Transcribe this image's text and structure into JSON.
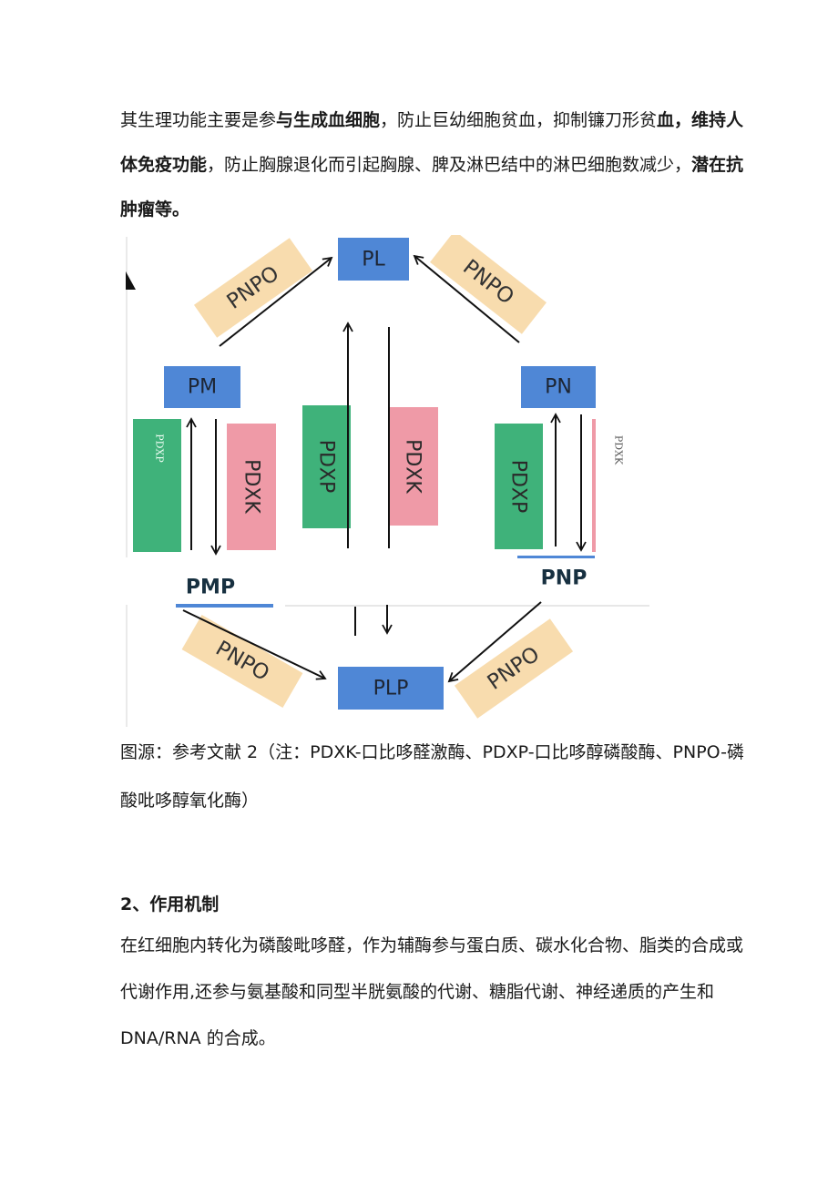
{
  "intro": {
    "s1": "其生理功能主要是参",
    "s2": "与生成血细胞",
    "s3": "，防止巨幼细胞贫血，抑制镰刀形贫",
    "s4": "血，维持人体免疫功能",
    "s5": "，防止胸腺退化而引起胸腺、脾及淋巴结中的淋巴细胞数减少，",
    "s6": "潜在抗肿瘤等。"
  },
  "diagram": {
    "pl": "PL",
    "pm": "PM",
    "pn": "PN",
    "plp": "PLP",
    "pmp": "PMP",
    "pnp": "PNP",
    "pnpo_top_left": "PNPO",
    "pnpo_top_right": "PNPO",
    "pnpo_bottom_left": "PNPO",
    "pnpo_bottom_right": "PNPO",
    "pdxp_left": "PDXP",
    "pdxk_left": "PDXK",
    "pdxp_center": "PDXP",
    "pdxk_center": "PDXK",
    "pdxp_right": "PDXP",
    "pdxk_right": "PDXK",
    "colors": {
      "blue": "#4f87d6",
      "green": "#3fb27a",
      "pink": "#ef9aa7",
      "peach": "#f8dcae"
    }
  },
  "caption": "图源：参考文献 2（注：PDXK-口比哆醛激酶、PDXP-口比哆醇磷酸酶、PNPO-磷酸吡哆醇氧化酶）",
  "section": {
    "heading": "2、作用机制",
    "body": "在红细胞内转化为磷酸毗哆醛，作为辅酶参与蛋白质、碳水化合物、脂类的合成或代谢作用,还参与氨基酸和同型半胱氨酸的代谢、糖脂代谢、神经递质的产生和 DNA/RNA 的合成。"
  }
}
